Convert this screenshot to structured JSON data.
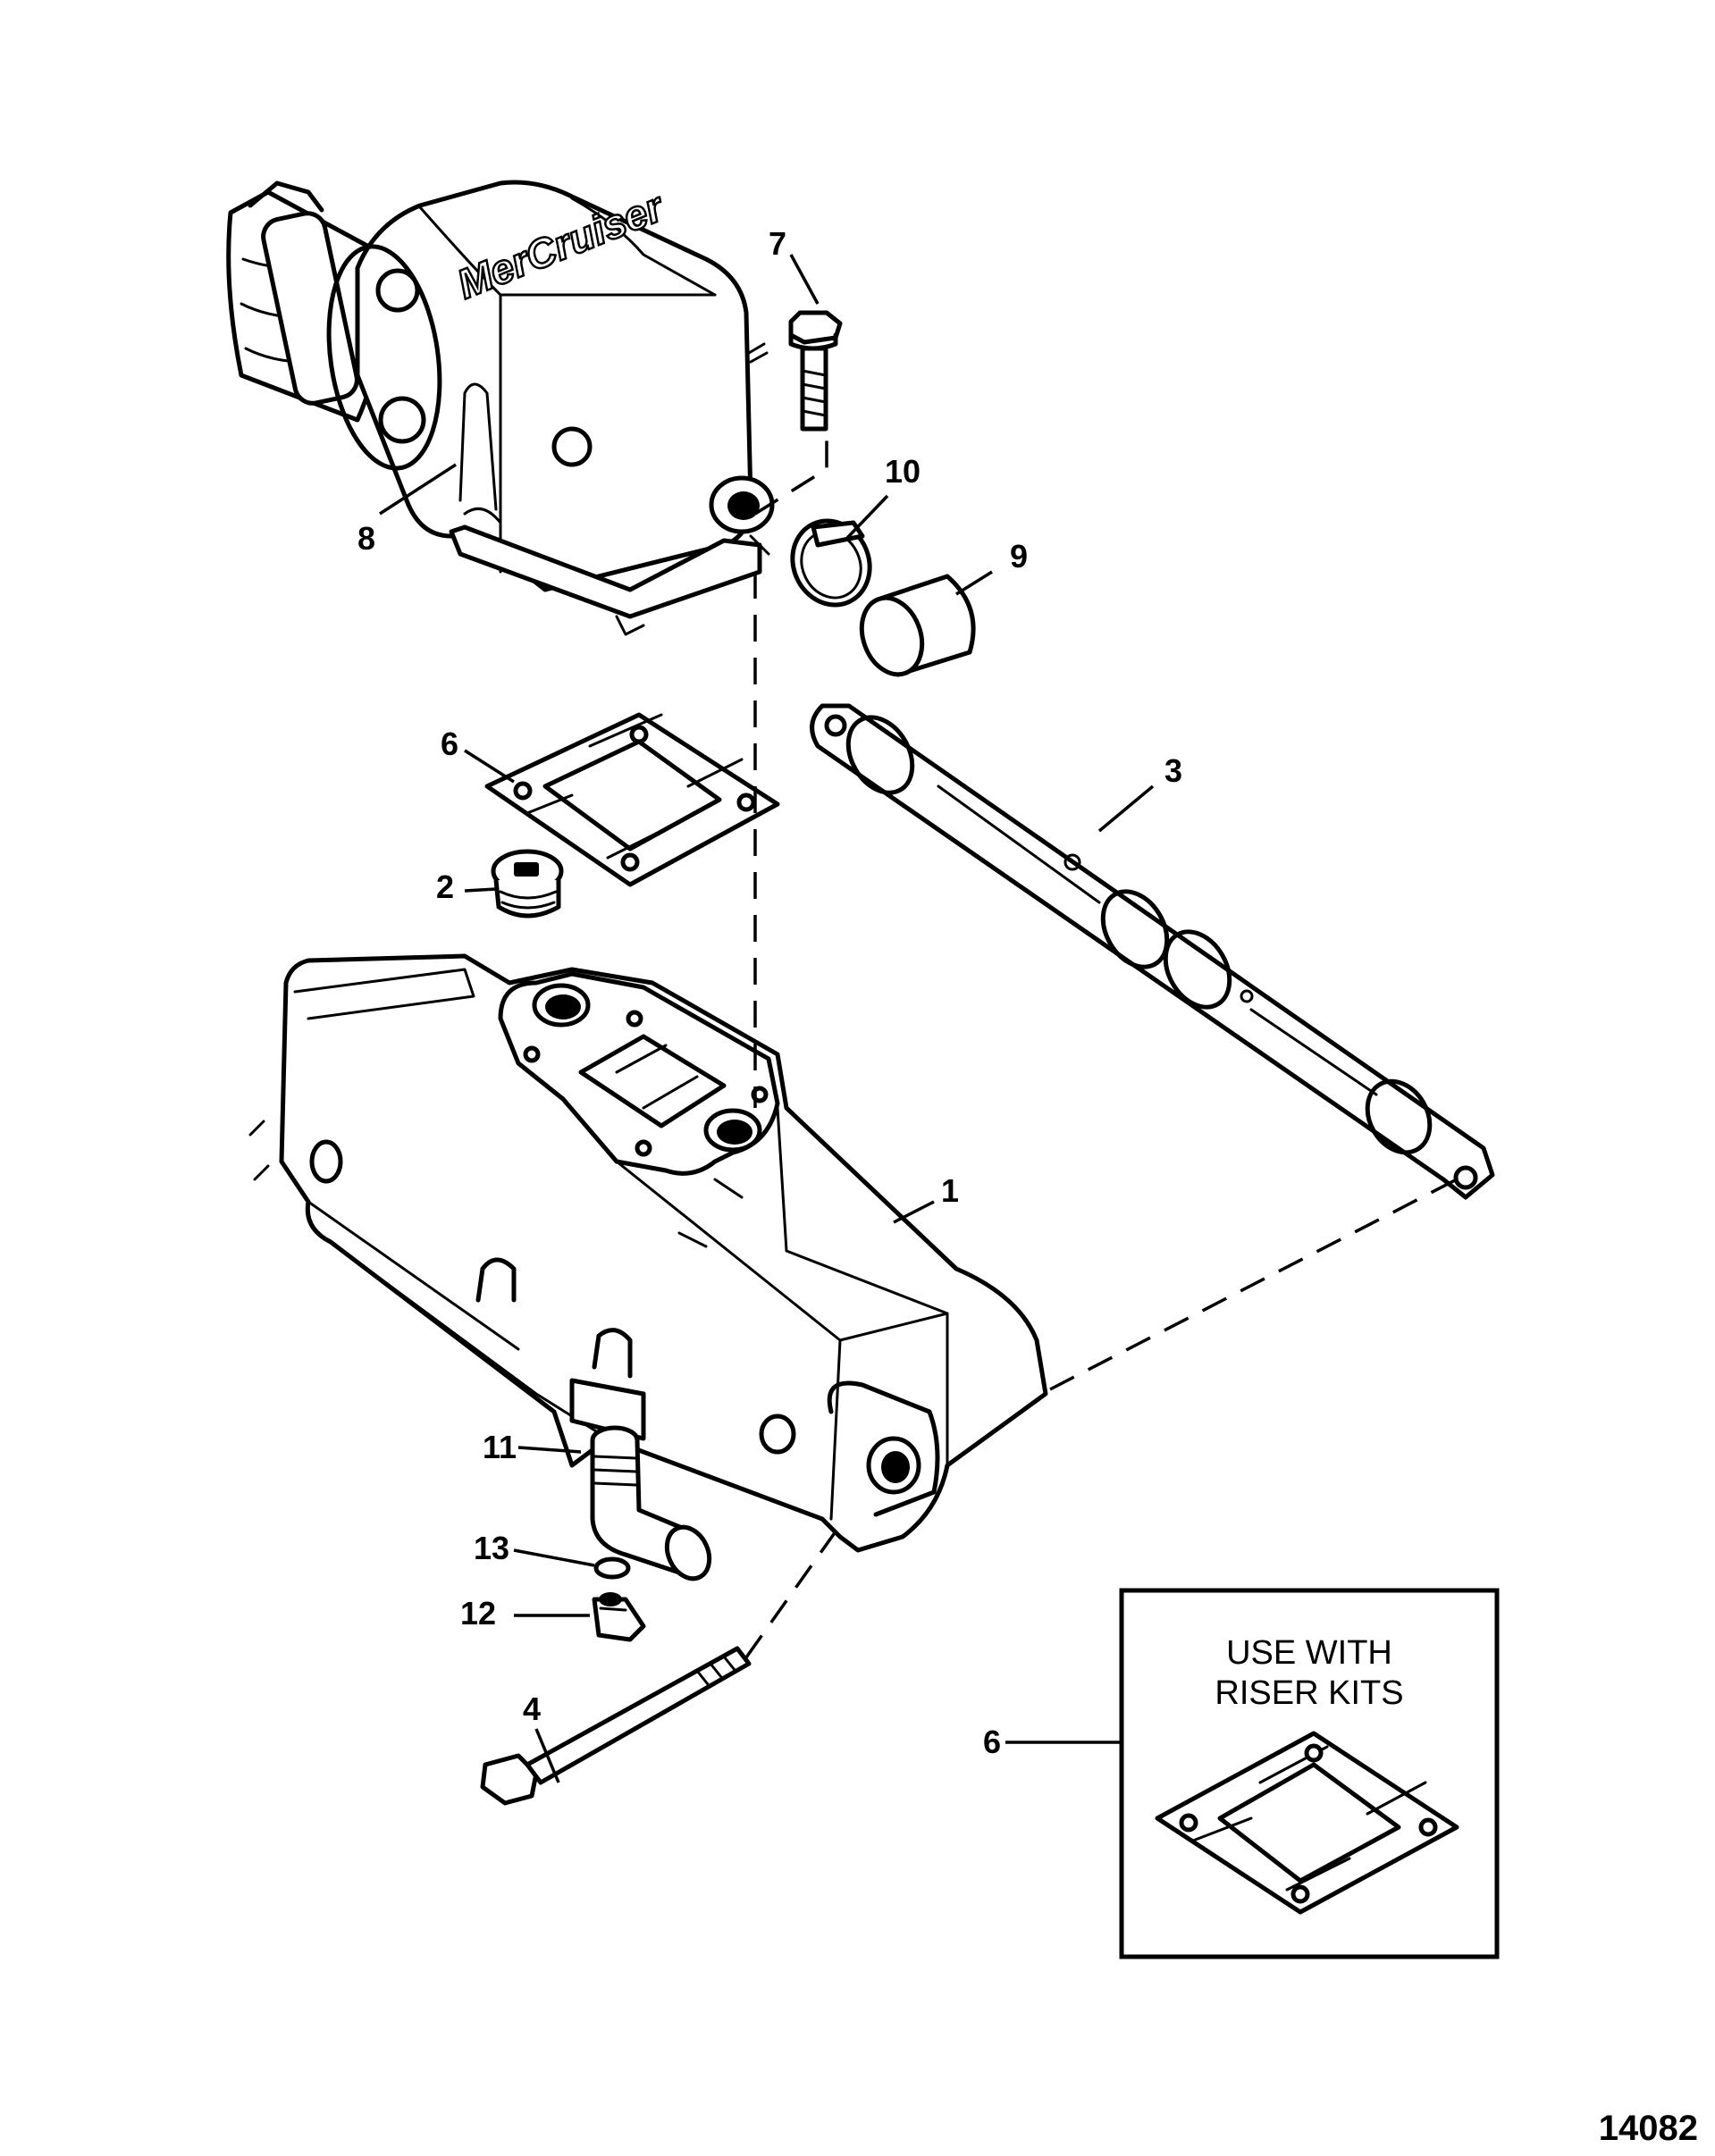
{
  "callouts": [
    "1",
    "2",
    "3",
    "4",
    "6",
    "7",
    "8",
    "9",
    "10",
    "11",
    "12",
    "13"
  ],
  "inset": {
    "callout": "6",
    "line1": "USE WITH",
    "line2": "RISER KITS"
  },
  "figure_id": "14082",
  "brand_text": "MerCruiser"
}
